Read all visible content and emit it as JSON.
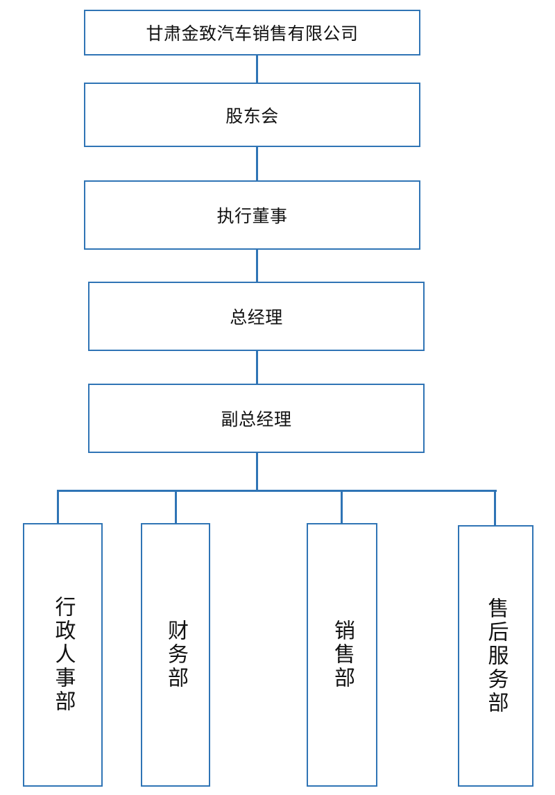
{
  "chart_data": {
    "type": "org-chart",
    "nodes": [
      {
        "id": "company",
        "label": "甘肃金致汽车销售有限公司"
      },
      {
        "id": "shareholders",
        "label": "股东会",
        "parent": "company"
      },
      {
        "id": "exec_director",
        "label": "执行董事",
        "parent": "shareholders"
      },
      {
        "id": "gm",
        "label": "总经理",
        "parent": "exec_director"
      },
      {
        "id": "deputy_gm",
        "label": "副总经理",
        "parent": "gm"
      },
      {
        "id": "admin_hr",
        "label": "行政人事部",
        "parent": "deputy_gm"
      },
      {
        "id": "finance",
        "label": "财务部",
        "parent": "deputy_gm"
      },
      {
        "id": "sales",
        "label": "销售部",
        "parent": "deputy_gm"
      },
      {
        "id": "after_sales",
        "label": "售后服务部",
        "parent": "deputy_gm"
      }
    ]
  },
  "colors": {
    "border": "#2f74b5",
    "text": "#111111"
  }
}
